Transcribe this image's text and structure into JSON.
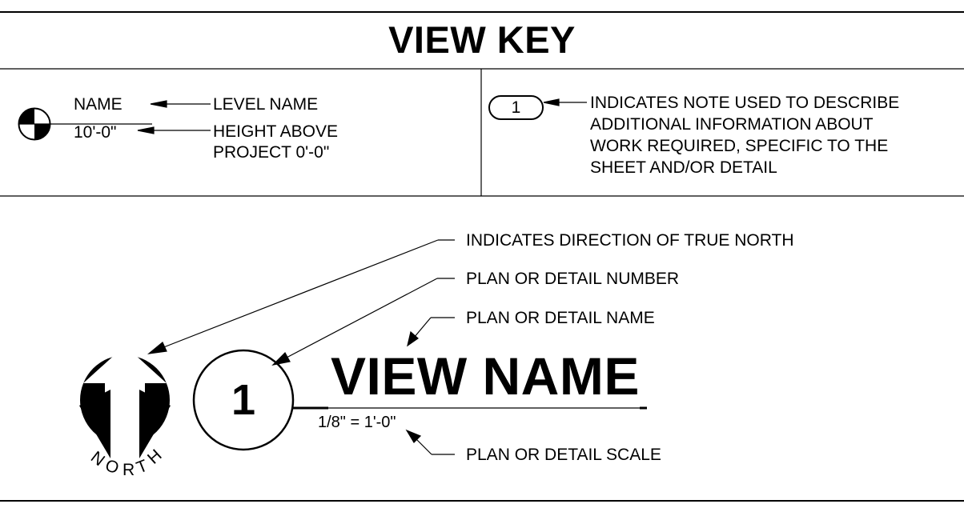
{
  "title": "VIEW KEY",
  "level_key": {
    "name_text": "NAME",
    "height_text": "10'-0\"",
    "level_name_label": "LEVEL NAME",
    "height_label_line1": "HEIGHT ABOVE",
    "height_label_line2": "PROJECT 0'-0\""
  },
  "note_key": {
    "tag_number": "1",
    "description_lines": [
      "INDICATES NOTE USED TO DESCRIBE",
      "ADDITIONAL INFORMATION ABOUT",
      "WORK REQUIRED, SPECIFIC TO THE",
      "SHEET AND/OR DETAIL"
    ]
  },
  "view_symbol": {
    "north_letters": [
      "N",
      "O",
      "R",
      "T",
      "H"
    ],
    "detail_number": "1",
    "view_name": "VIEW NAME",
    "scale_text": "1/8\" = 1'-0\"",
    "callouts": {
      "true_north": "INDICATES DIRECTION OF TRUE NORTH",
      "detail_number": "PLAN OR DETAIL NUMBER",
      "detail_name": "PLAN OR DETAIL NAME",
      "detail_scale": "PLAN OR DETAIL SCALE"
    }
  }
}
